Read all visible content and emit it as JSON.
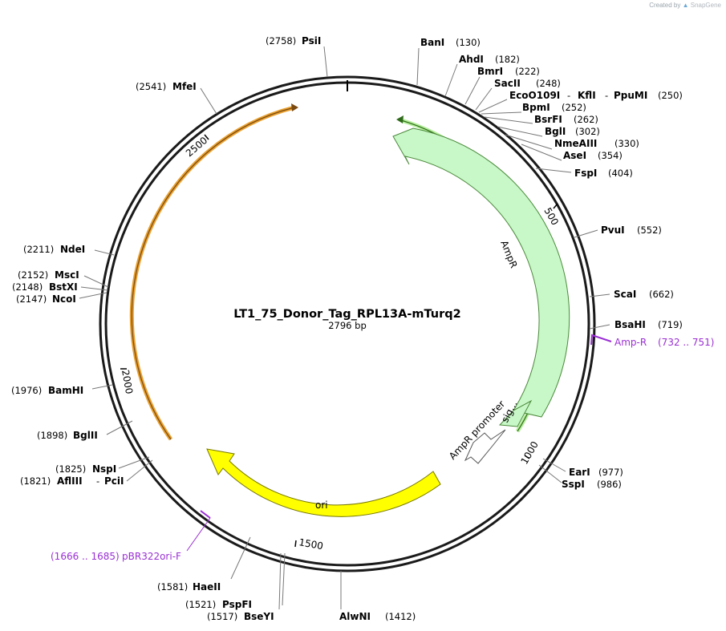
{
  "credit": {
    "prefix": "Created by",
    "brand": "SnapGene"
  },
  "plasmid": {
    "name": "LT1_75_Donor_Tag_RPL13A-mTurq2",
    "length_label": "2796 bp",
    "length": 2796
  },
  "ticks": [
    "500",
    "1000",
    "1500",
    "2000",
    "2500"
  ],
  "sites": [
    {
      "name": "BanI",
      "pos": "(130)"
    },
    {
      "name": "AhdI",
      "pos": "(182)"
    },
    {
      "name": "BmrI",
      "pos": "(222)"
    },
    {
      "name": "SacII",
      "pos": "(248)"
    },
    {
      "name": "EcoO109I",
      "extra": [
        "KflI",
        "PpuMI"
      ],
      "pos": "(250)"
    },
    {
      "name": "BpmI",
      "pos": "(252)"
    },
    {
      "name": "BsrFI",
      "pos": "(262)"
    },
    {
      "name": "BglI",
      "pos": "(302)"
    },
    {
      "name": "NmeAIII",
      "pos": "(330)"
    },
    {
      "name": "AseI",
      "pos": "(354)"
    },
    {
      "name": "FspI",
      "pos": "(404)"
    },
    {
      "name": "PvuI",
      "pos": "(552)"
    },
    {
      "name": "ScaI",
      "pos": "(662)"
    },
    {
      "name": "BsaHI",
      "pos": "(719)"
    },
    {
      "name": "EarI",
      "pos": "(977)"
    },
    {
      "name": "SspI",
      "pos": "(986)"
    },
    {
      "name": "AlwNI",
      "pos": "(1412)"
    },
    {
      "name": "BseYI",
      "pos": "(1517)"
    },
    {
      "name": "PspFI",
      "pos": "(1521)"
    },
    {
      "name": "HaeII",
      "pos": "(1581)"
    },
    {
      "name": "AflIII",
      "extra": [
        "PciI"
      ],
      "pos": "(1821)"
    },
    {
      "name": "NspI",
      "pos": "(1825)"
    },
    {
      "name": "BglII",
      "pos": "(1898)"
    },
    {
      "name": "BamHI",
      "pos": "(1976)"
    },
    {
      "name": "NcoI",
      "pos": "(2147)"
    },
    {
      "name": "BstXI",
      "pos": "(2148)"
    },
    {
      "name": "MscI",
      "pos": "(2152)"
    },
    {
      "name": "NdeI",
      "pos": "(2211)"
    },
    {
      "name": "MfeI",
      "pos": "(2541)"
    },
    {
      "name": "PsiI",
      "pos": "(2758)"
    }
  ],
  "primers": [
    {
      "name": "Amp-R",
      "range": "(732 .. 751)"
    },
    {
      "name": "pBR322ori-F",
      "range": "(1666 .. 1685)"
    }
  ],
  "features": [
    {
      "label": "AmpR",
      "color": "#c8f7c8",
      "stroke": "#4a8a3a",
      "start": 35,
      "end": 895
    },
    {
      "label": "sig...",
      "color": "#c8f7c8",
      "stroke": "#4a8a3a",
      "start": 895,
      "end": 955
    },
    {
      "label": "AmpR promoter",
      "color": "#ffffff",
      "stroke": "#555555",
      "start": 955,
      "end": 1060
    },
    {
      "label": "ori",
      "color": "#ffff00",
      "stroke": "#777700",
      "start": 1215,
      "end": 1800
    }
  ],
  "colors": {
    "backbone": "#1a1a1a",
    "ampr_arc": "#2f9a2a",
    "orange_arc": "#e8a030",
    "primer": "#9a2fd4"
  }
}
